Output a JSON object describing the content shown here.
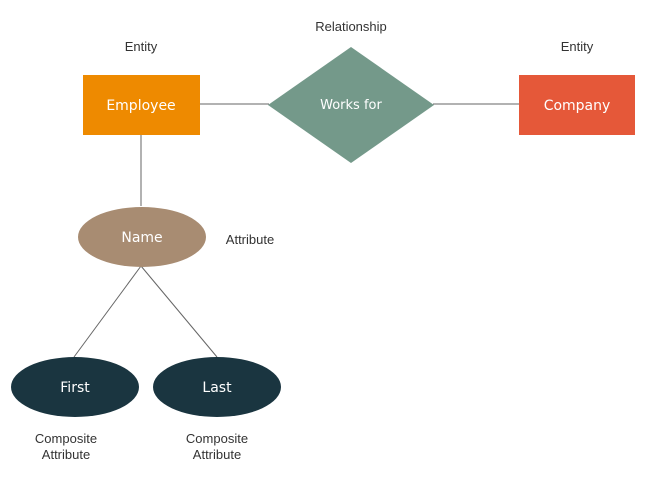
{
  "captions": {
    "entity_left": "Entity",
    "relationship": "Relationship",
    "entity_right": "Entity",
    "attribute": "Attribute",
    "composite_first_line1": "Composite",
    "composite_first_line2": "Attribute",
    "composite_last_line1": "Composite",
    "composite_last_line2": "Attribute"
  },
  "nodes": {
    "employee": {
      "label": "Employee",
      "color": "#ee8a00"
    },
    "works_for": {
      "label": "Works for",
      "color": "#74998a"
    },
    "company": {
      "label": "Company",
      "color": "#e55839"
    },
    "name": {
      "label": "Name",
      "color": "#a88c72"
    },
    "first": {
      "label": "First",
      "color": "#1a3540"
    },
    "last": {
      "label": "Last",
      "color": "#1a3540"
    }
  }
}
